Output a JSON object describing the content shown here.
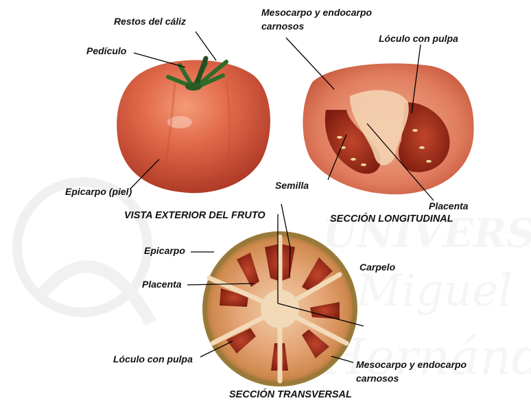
{
  "labels": {
    "restos_caliz": "Restos del cáliz",
    "pediculo": "Pedículo",
    "epicarpo_piel": "Epicarpo (piel)",
    "vista_exterior": "VISTA EXTERIOR DEL FRUTO",
    "mesocarpo_top_1": "Mesocarpo y endocarpo",
    "mesocarpo_top_2": "carnosos",
    "loculo_top": "Lóculo con pulpa",
    "semilla": "Semilla",
    "placenta_top": "Placenta",
    "seccion_longitudinal": "SECCIÓN LONGITUDINAL",
    "epicarpo": "Epicarpo",
    "carpelo": "Carpelo",
    "placenta_bottom": "Placenta",
    "loculo_bottom": "Lóculo con pulpa",
    "mesocarpo_bottom_1": "Mesocarpo y endocarpo",
    "mesocarpo_bottom_2": "carnosos",
    "seccion_transversal": "SECCIÓN TRANSVERSAL"
  },
  "colors": {
    "tomato_skin": "#d9603f",
    "tomato_dark": "#b8402b",
    "stem_green": "#2f6b2a",
    "flesh_pink": "#e07c5e",
    "locule_red": "#9a2a18",
    "placenta_cream": "#f3d2b0",
    "rind_yellow": "#c9a34a",
    "watermark": "#d9d9d9"
  }
}
